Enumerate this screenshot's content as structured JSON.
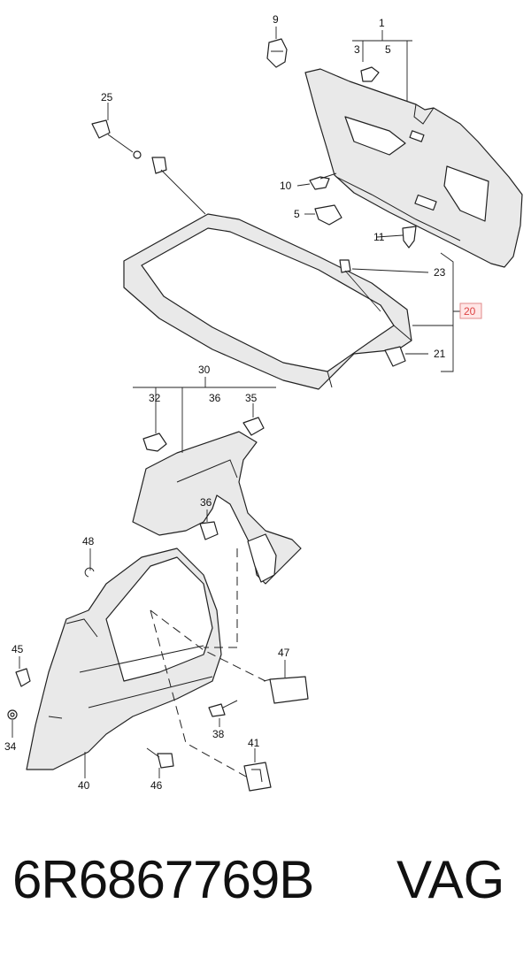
{
  "callouts": {
    "c1": "1",
    "c3": "3",
    "c5": "5",
    "c9": "9",
    "c10": "10",
    "c5b": "5",
    "c11": "11",
    "c25": "25",
    "c23": "23",
    "c20": "20",
    "c21": "21",
    "c30": "30",
    "c32": "32",
    "c36": "36",
    "c35": "35",
    "c36b": "36",
    "c48": "48",
    "c45": "45",
    "c47": "47",
    "c38": "38",
    "c34": "34",
    "c41": "41",
    "c40": "40",
    "c46": "46"
  },
  "footer": {
    "part_number": "6R6867769B",
    "brand": "VAG"
  },
  "colors": {
    "highlight": "#e08a8a",
    "line": "#222222"
  }
}
